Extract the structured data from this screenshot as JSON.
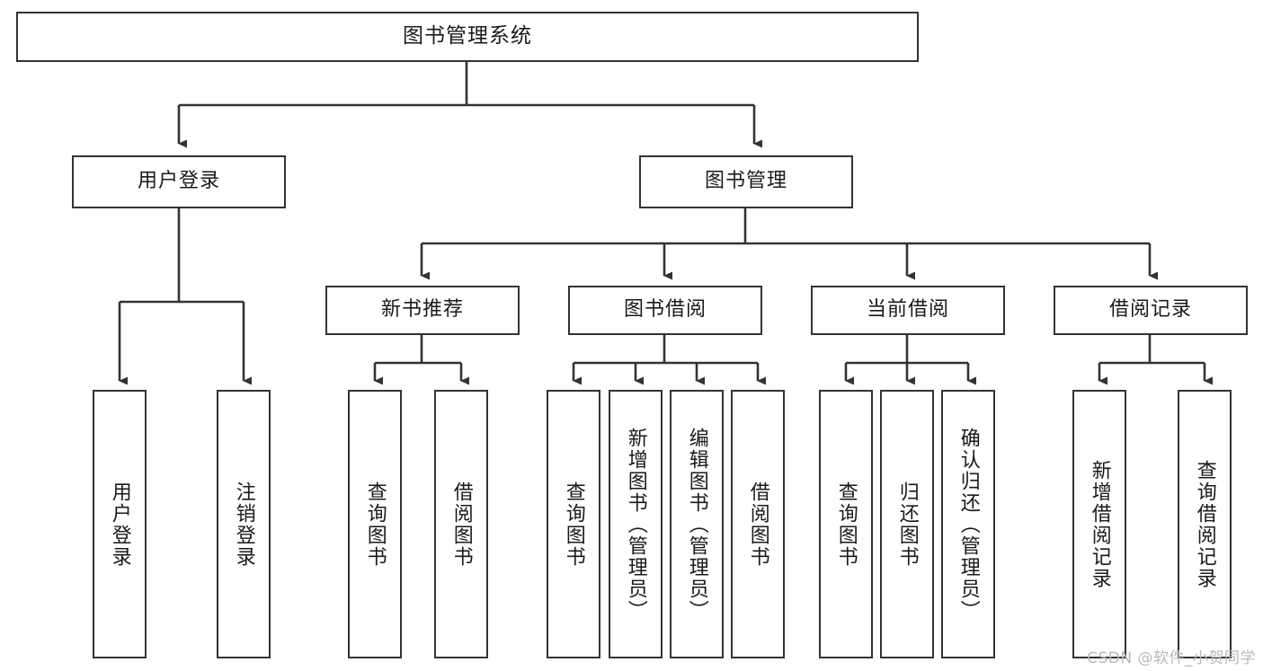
{
  "diagram": {
    "title": "图书管理系统",
    "watermark": "CSDN @软件_小贺同学",
    "colors": {
      "box_border": "#333333",
      "box_fill": "#ffffff",
      "edge": "#333333",
      "text": "#1a1a1a",
      "watermark": "#b9b9b9",
      "background": "#ffffff"
    },
    "levels": {
      "level1": [
        {
          "id": "root",
          "label": "图书管理系统",
          "orientation": "horizontal"
        }
      ],
      "level2": [
        {
          "id": "user-login",
          "label": "用户登录",
          "orientation": "horizontal"
        },
        {
          "id": "book-management",
          "label": "图书管理",
          "orientation": "horizontal"
        }
      ],
      "level3": [
        {
          "id": "new-book-recommend",
          "label": "新书推荐",
          "orientation": "horizontal"
        },
        {
          "id": "book-borrow",
          "label": "图书借阅",
          "orientation": "horizontal"
        },
        {
          "id": "current-borrow",
          "label": "当前借阅",
          "orientation": "horizontal"
        },
        {
          "id": "borrow-record",
          "label": "借阅记录",
          "orientation": "horizontal"
        }
      ],
      "level4": [
        {
          "id": "leaf-user-login",
          "label": "用户登录",
          "orientation": "vertical",
          "parent": "user-login"
        },
        {
          "id": "leaf-logout",
          "label": "注销登录",
          "orientation": "vertical",
          "parent": "user-login"
        },
        {
          "id": "leaf-query-book-1",
          "label": "查询图书",
          "orientation": "vertical",
          "parent": "new-book-recommend"
        },
        {
          "id": "leaf-borrow-book-1",
          "label": "借阅图书",
          "orientation": "vertical",
          "parent": "new-book-recommend"
        },
        {
          "id": "leaf-query-book-2",
          "label": "查询图书",
          "orientation": "vertical",
          "parent": "book-borrow"
        },
        {
          "id": "leaf-add-book",
          "label": "新增图书（管理员）",
          "orientation": "vertical",
          "parent": "book-borrow"
        },
        {
          "id": "leaf-edit-book",
          "label": "编辑图书（管理员）",
          "orientation": "vertical",
          "parent": "book-borrow"
        },
        {
          "id": "leaf-borrow-book-2",
          "label": "借阅图书",
          "orientation": "vertical",
          "parent": "book-borrow"
        },
        {
          "id": "leaf-query-book-3",
          "label": "查询图书",
          "orientation": "vertical",
          "parent": "current-borrow"
        },
        {
          "id": "leaf-return-book",
          "label": "归还图书",
          "orientation": "vertical",
          "parent": "current-borrow"
        },
        {
          "id": "leaf-confirm-return",
          "label": "确认归还（管理员）",
          "orientation": "vertical",
          "parent": "current-borrow"
        },
        {
          "id": "leaf-add-record",
          "label": "新增借阅记录",
          "orientation": "vertical",
          "parent": "borrow-record"
        },
        {
          "id": "leaf-query-record",
          "label": "查询借阅记录",
          "orientation": "vertical",
          "parent": "borrow-record"
        }
      ]
    }
  }
}
